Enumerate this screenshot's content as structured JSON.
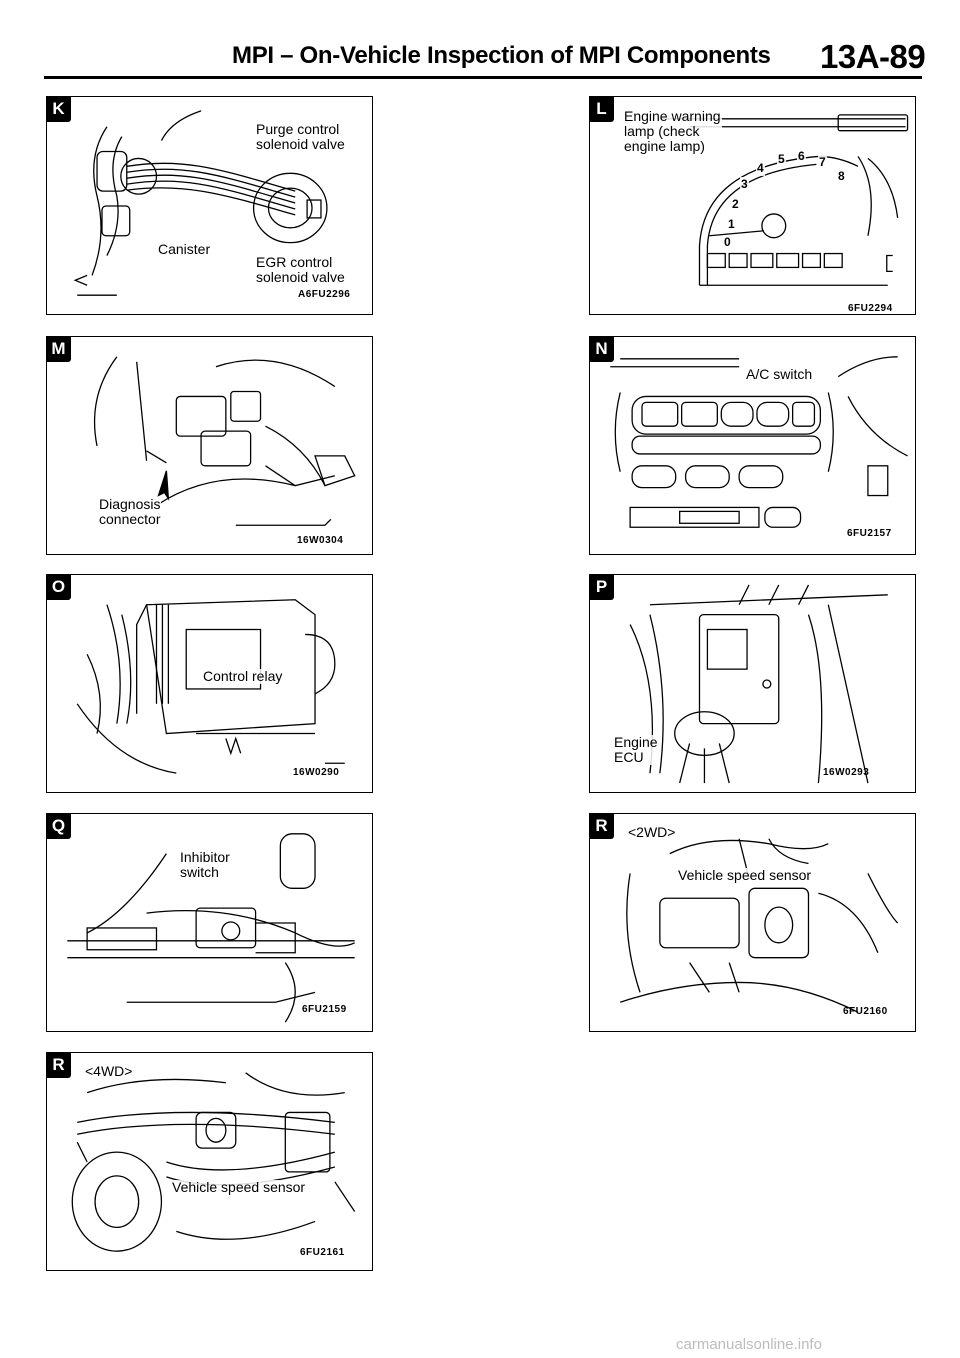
{
  "header": {
    "title": "MPI – On-Vehicle Inspection of MPI Components",
    "page_number": "13A-89"
  },
  "panels": {
    "K": {
      "tag": "K",
      "labels": {
        "purge": "Purge control\nsolenoid valve",
        "canister": "Canister",
        "egr": "EGR control\nsolenoid valve"
      },
      "code": "A6FU2296"
    },
    "L": {
      "tag": "L",
      "labels": {
        "engine_warning": "Engine warning\nlamp (check\nengine lamp)"
      },
      "gauge_numbers": [
        "0",
        "1",
        "2",
        "3",
        "4",
        "5",
        "6",
        "7",
        "8"
      ],
      "code": "6FU2294"
    },
    "M": {
      "tag": "M",
      "labels": {
        "diagnosis": "Diagnosis\nconnector"
      },
      "code": "16W0304"
    },
    "N": {
      "tag": "N",
      "labels": {
        "ac_switch": "A/C switch"
      },
      "code": "6FU2157"
    },
    "O": {
      "tag": "O",
      "labels": {
        "control_relay": "Control relay"
      },
      "code": "16W0290"
    },
    "P": {
      "tag": "P",
      "labels": {
        "engine_ecu": "Engine\nECU"
      },
      "code": "16W0293"
    },
    "Q": {
      "tag": "Q",
      "labels": {
        "inhibitor": "Inhibitor\nswitch"
      },
      "code": "6FU2159"
    },
    "R2": {
      "tag": "R",
      "labels": {
        "variant": "<2WD>",
        "vss": "Vehicle speed sensor"
      },
      "code": "6FU2160"
    },
    "R4": {
      "tag": "R",
      "labels": {
        "variant": "<4WD>",
        "vss": "Vehicle speed sensor"
      },
      "code": "6FU2161"
    }
  },
  "footer": {
    "watermark": "carmanualsonline.info"
  }
}
